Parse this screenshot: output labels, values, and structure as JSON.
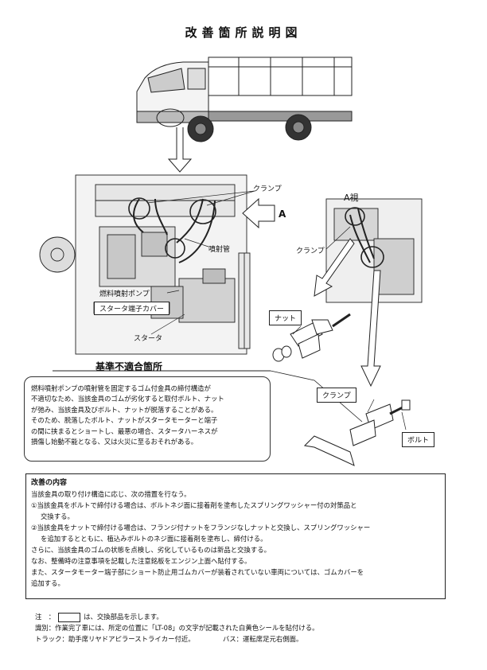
{
  "title": "改善箇所説明図",
  "labels": {
    "clamp_top": "クランプ",
    "arrow_a": "A",
    "injection_pipe": "噴射管",
    "injection_pump": "燃料噴射ポンプ",
    "starter_cover": "スタータ端子カバー",
    "starter": "スタータ",
    "view_a": "A視",
    "clamp_right": "クランプ",
    "nut": "ナット",
    "clamp_box": "クランプ",
    "bolt": "ボルト"
  },
  "noncompliance_title": "基準不適合箇所",
  "description_lines": [
    "燃料噴射ポンプの噴射管を固定するゴム付金具の締付構造が",
    "不適切なため、当該金具のゴムが劣化すると取付ボルト、ナット",
    "が弛み、当該金具及びボルト、ナットが脱落することがある。",
    "そのため、脱落したボルト、ナットがスタータモーターと端子",
    "の間に挟まるとショートし、最悪の場合、スタータハーネスが",
    "損傷し始動不能となる、又は火災に至るおそれがある。"
  ],
  "improvement": {
    "heading": "改善の内容",
    "lines": [
      "当該金具の取り付け構造に応じ、次の措置を行なう。",
      "①当該金具をボルトで締付ける場合は、ボルトネジ面に接着剤を塗布したスプリングワッシャー付の対策品と",
      "交換する。",
      "②当該金具をナットで締付ける場合は、フランジ付ナットをフランジなしナットと交換し、スプリングワッシャー",
      "を追加するとともに、植込みボルトのネジ面に接着剤を塗布し、締付ける。",
      "さらに、当該金具のゴムの状態を点検し、劣化しているものは新品と交換する。",
      "なお、整備時の注意事項を記載した注意銘板をエンジン上面へ貼付する。",
      "また、スタータモーター端子部にショート防止用ゴムカバーが装着されていない車両については、ゴムカバーを",
      "追加する。"
    ]
  },
  "notes": {
    "note_prefix": "注　：",
    "note_suffix": "は、交換部品を示します。",
    "id_line": "識別：作業完了車には、所定の位置に「LT-08」の文字が記載された白黄色シールを貼付ける。",
    "truck_line": "トラック：助手席リヤドアピラーストライカー付近。",
    "bus_line": "バス：運転席足元右側面。"
  }
}
